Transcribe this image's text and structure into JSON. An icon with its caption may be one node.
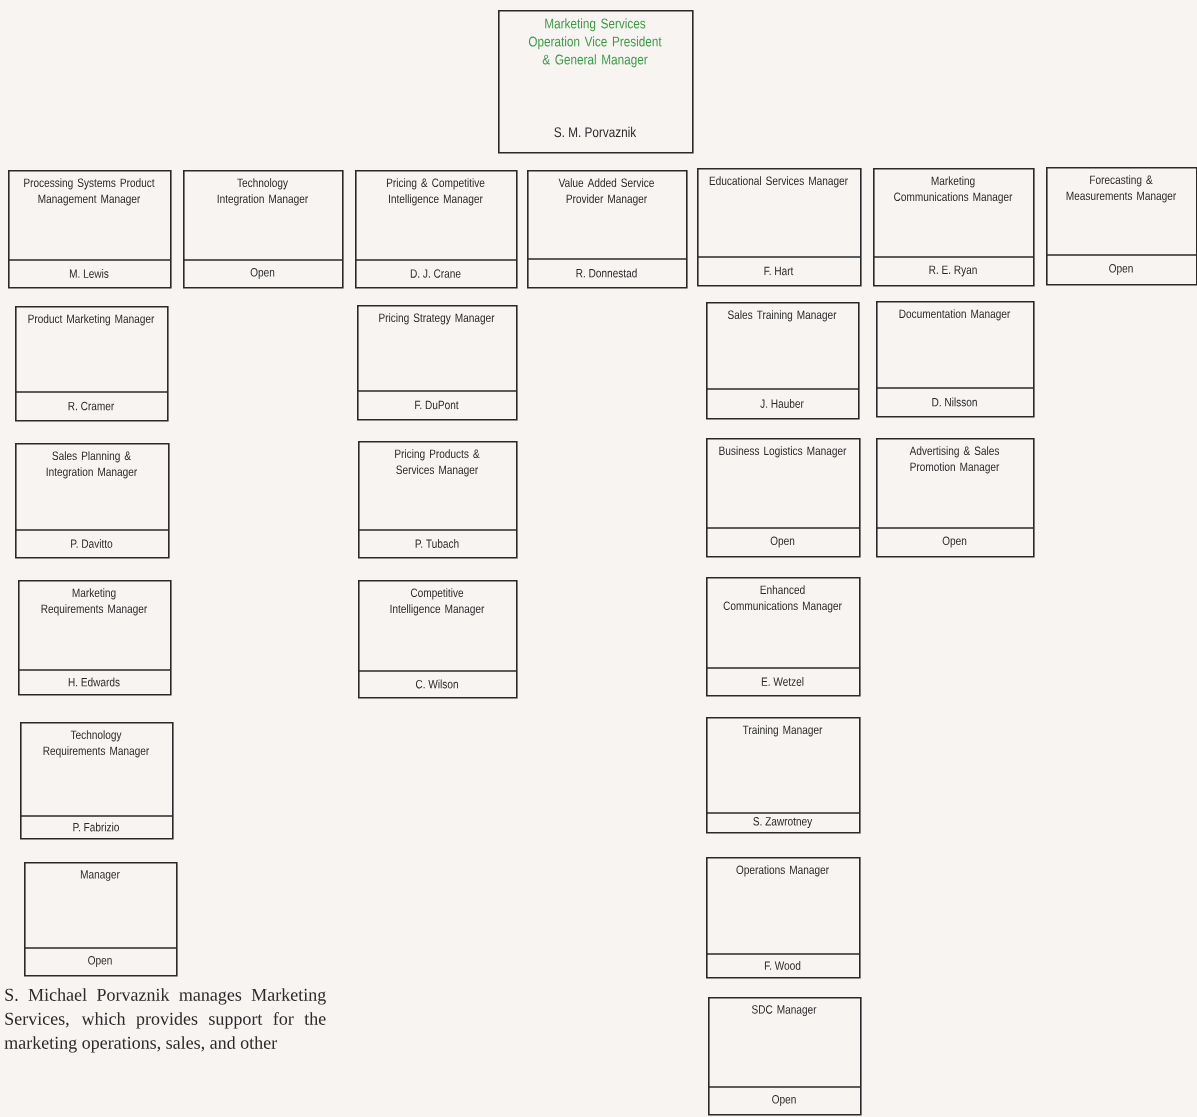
{
  "diagram": {
    "caption": "S. Michael Porvaznik manages Marketing Services, which provides support for the marketing operations, sales, and other",
    "nodes": [
      {
        "text": [
          "Marketing Services Operation Vice President & General Manager",
          "S. M. Porvaznik"
        ]
      },
      {
        "text": [
          "Processing Systems Product Management Manager",
          "M. Lewis"
        ]
      },
      {
        "text": [
          "Technology Integration Manager",
          "Open"
        ]
      },
      {
        "text": [
          "Pricing & Competitive Intelligence Manager",
          "D. J. Crane"
        ]
      },
      {
        "text": [
          "Value Added Service Provider Manager",
          "R. Donnestad"
        ]
      },
      {
        "text": [
          "Educational Services Manager",
          "F. Hart"
        ]
      },
      {
        "text": [
          "Marketing Communications Manager",
          "R. E. Ryan"
        ]
      },
      {
        "text": [
          "Forecasting & Measurements Manager",
          "Open"
        ]
      },
      {
        "text": [
          "Product Marketing Manager",
          "R. Cramer"
        ]
      },
      {
        "text": [
          "Pricing Strategy Manager",
          "F. DuPont"
        ]
      },
      {
        "text": [
          "Sales Training Manager",
          "J. Hauber"
        ]
      },
      {
        "text": [
          "Documentation Manager",
          "D. Nilsson"
        ]
      },
      {
        "text": [
          "Sales Planning & Integration Manager",
          "P. Davitto"
        ]
      },
      {
        "text": [
          "Pricing Products & Services Manager",
          "P. Tubach"
        ]
      },
      {
        "text": [
          "Business Logistics Manager",
          "Open"
        ]
      },
      {
        "text": [
          "Advertising & Sales Promotion Manager",
          "Open"
        ]
      },
      {
        "text": [
          "Marketing Requirements Manager",
          "H. Edwards"
        ]
      },
      {
        "text": [
          "Competitive Intelligence Manager",
          "C. Wilson"
        ]
      },
      {
        "text": [
          "Enhanced Communications Manager",
          "E. Wetzel"
        ]
      },
      {
        "text": [
          "Technology Requirements Manager",
          "P. Fabrizio"
        ]
      },
      {
        "text": [
          "Training Manager",
          "S. Zawrotney"
        ]
      },
      {
        "text": [
          "Manager",
          "Open"
        ]
      },
      {
        "text": [
          "Operations Manager",
          "F. Wood"
        ]
      },
      {
        "text": [
          "SDC Manager",
          "Open"
        ]
      }
    ]
  }
}
